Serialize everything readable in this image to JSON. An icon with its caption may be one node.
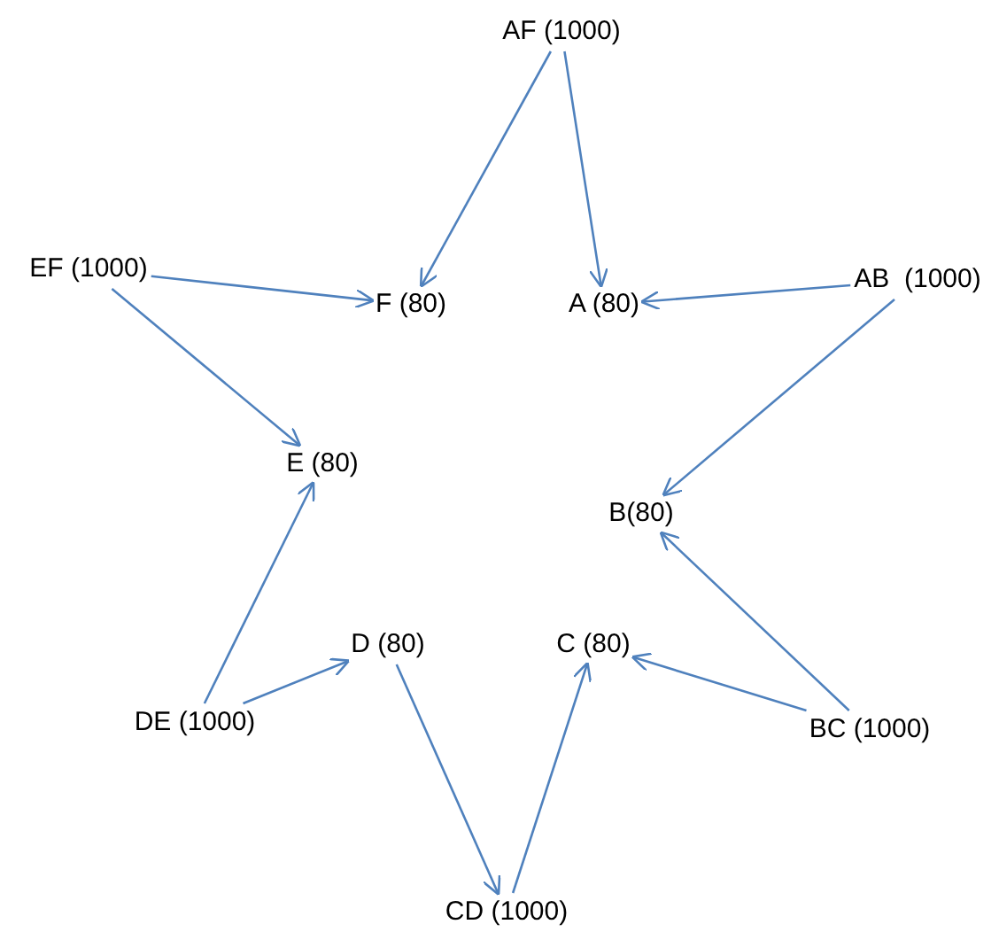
{
  "diagram": {
    "nodes": [
      {
        "text": [
          "AF (1000)"
        ]
      },
      {
        "text": [
          "EF (1000)"
        ]
      },
      {
        "text": [
          "F (80)"
        ]
      },
      {
        "text": [
          "A (80)"
        ]
      },
      {
        "text": [
          "AB  (1000)"
        ]
      },
      {
        "text": [
          "E (80)"
        ]
      },
      {
        "text": [
          "B(80)"
        ]
      },
      {
        "text": [
          "D (80)"
        ]
      },
      {
        "text": [
          "C (80)"
        ]
      },
      {
        "text": [
          "DE (1000)"
        ]
      },
      {
        "text": [
          "BC (1000)"
        ]
      },
      {
        "text": [
          "CD (1000)"
        ]
      }
    ],
    "edges": [
      {
        "from": 0,
        "to": 2,
        "arrow": "to"
      },
      {
        "from": 0,
        "to": 3,
        "arrow": "to"
      },
      {
        "from": 1,
        "to": 2,
        "arrow": "to"
      },
      {
        "from": 1,
        "to": 5,
        "arrow": "to"
      },
      {
        "from": 4,
        "to": 3,
        "arrow": "to"
      },
      {
        "from": 4,
        "to": 6,
        "arrow": "to"
      },
      {
        "from": 9,
        "to": 5,
        "arrow": "to"
      },
      {
        "from": 9,
        "to": 7,
        "arrow": "to"
      },
      {
        "from": 10,
        "to": 6,
        "arrow": "to"
      },
      {
        "from": 10,
        "to": 8,
        "arrow": "to"
      },
      {
        "from": 7,
        "to": 11,
        "arrow": "to"
      },
      {
        "from": 11,
        "to": 8,
        "arrow": "to"
      }
    ]
  }
}
